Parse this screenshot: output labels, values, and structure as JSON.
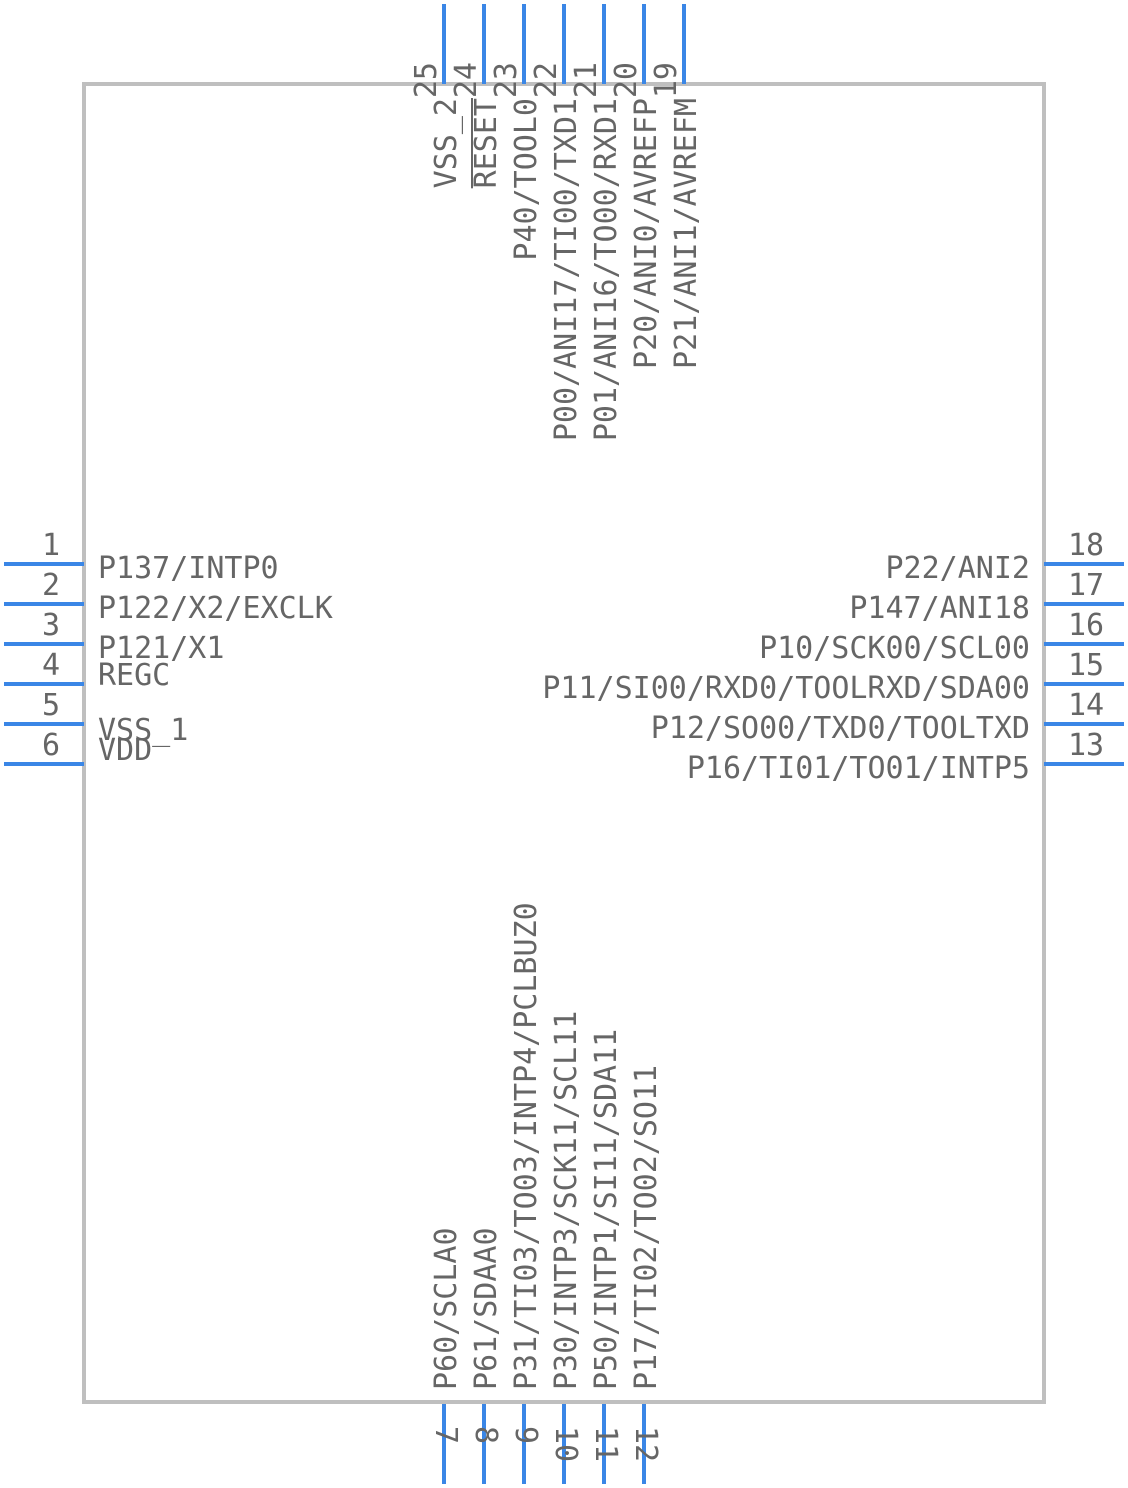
{
  "component": {
    "colors": {
      "body_outline": "#bfbfbf",
      "pin": "#3a86e6",
      "text": "#666666"
    },
    "pins": {
      "left": [
        {
          "number": "1",
          "label": "P137/INTP0"
        },
        {
          "number": "2",
          "label": "P122/X2/EXCLK"
        },
        {
          "number": "3",
          "label": "P121/X1"
        },
        {
          "number": "4",
          "label": "REGC"
        },
        {
          "number": "5",
          "label": "VSS_1"
        },
        {
          "number": "6",
          "label": "VDD"
        }
      ],
      "bottom": [
        {
          "number": "7",
          "label": "P60/SCLA0"
        },
        {
          "number": "8",
          "label": "P61/SDAA0"
        },
        {
          "number": "9",
          "label": "P31/TI03/TO03/INTP4/PCLBUZ0"
        },
        {
          "number": "10",
          "label": "P30/INTP3/SCK11/SCL11"
        },
        {
          "number": "11",
          "label": "P50/INTP1/SI11/SDA11"
        },
        {
          "number": "12",
          "label": "P17/TI02/TO02/SO11"
        }
      ],
      "right": [
        {
          "number": "13",
          "label": "P16/TI01/TO01/INTP5"
        },
        {
          "number": "14",
          "label": "P12/SO00/TXD0/TOOLTXD"
        },
        {
          "number": "15",
          "label": "P11/SI00/RXD0/TOOLRXD/SDA00"
        },
        {
          "number": "16",
          "label": "P10/SCK00/SCL00"
        },
        {
          "number": "17",
          "label": "P147/ANI18"
        },
        {
          "number": "18",
          "label": "P22/ANI2"
        }
      ],
      "top": [
        {
          "number": "19",
          "label": "P21/ANI1/AVREFM"
        },
        {
          "number": "20",
          "label": "P20/ANI0/AVREFP"
        },
        {
          "number": "21",
          "label": "P01/ANI16/TO00/RXD1"
        },
        {
          "number": "22",
          "label": "P00/ANI17/TI00/TXD1"
        },
        {
          "number": "23",
          "label": "P40/TOOL0"
        },
        {
          "number": "24",
          "label": "RESET"
        },
        {
          "number": "25",
          "label": "VSS_2"
        }
      ]
    }
  }
}
